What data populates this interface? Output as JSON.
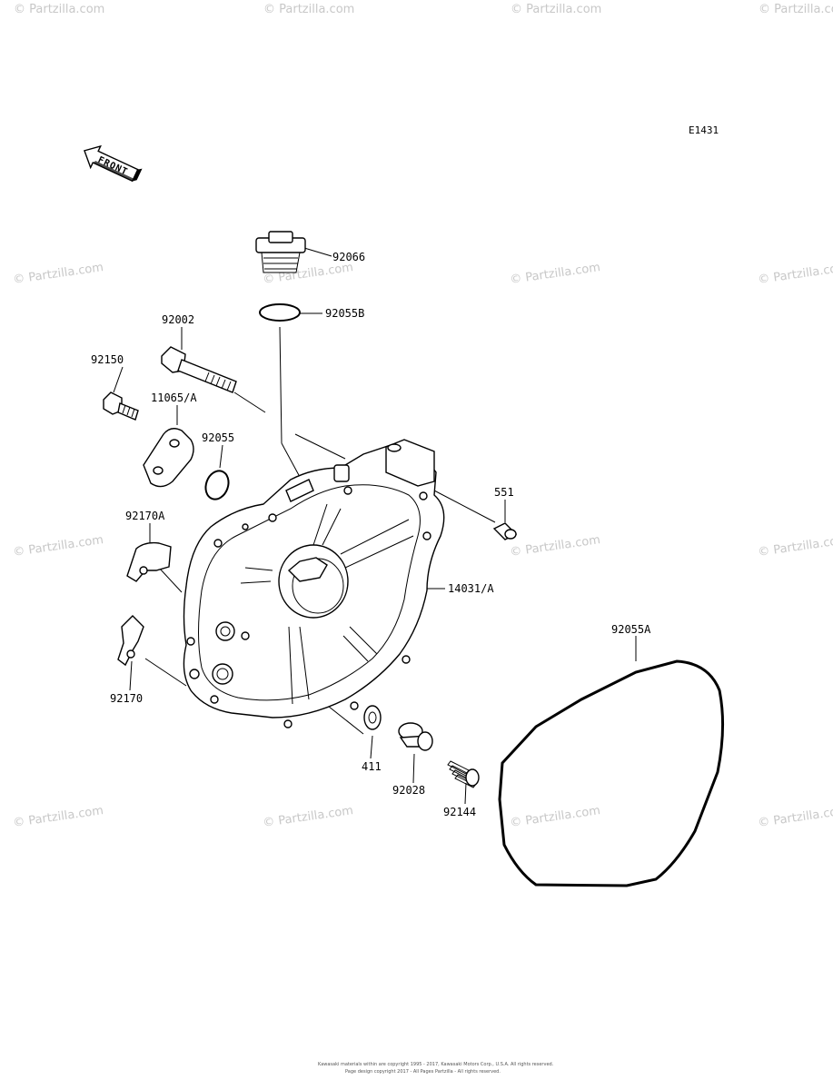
{
  "diagram_code": "E1431",
  "front_label": "FRONT",
  "watermark": "© Partzilla.com",
  "copyright": "Kawasaki materials within are copyright 1995 - 2017, Kawasaki Motors Corp., U.S.A. All rights reserved.",
  "copyright_line2": "Page design copyright 2017 - All Pages Partzilla - All rights reserved.",
  "parts": [
    {
      "id": "p92066",
      "label": "92066"
    },
    {
      "id": "p92055B",
      "label": "92055B"
    },
    {
      "id": "p92002",
      "label": "92002"
    },
    {
      "id": "p92150",
      "label": "92150"
    },
    {
      "id": "p11065A",
      "label": "11065/A"
    },
    {
      "id": "p92055",
      "label": "92055"
    },
    {
      "id": "p551",
      "label": "551"
    },
    {
      "id": "p92170A",
      "label": "92170A"
    },
    {
      "id": "p14031A",
      "label": "14031/A"
    },
    {
      "id": "p92055A",
      "label": "92055A"
    },
    {
      "id": "p92170",
      "label": "92170"
    },
    {
      "id": "p411",
      "label": "411"
    },
    {
      "id": "p92028",
      "label": "92028"
    },
    {
      "id": "p92144",
      "label": "92144"
    }
  ]
}
